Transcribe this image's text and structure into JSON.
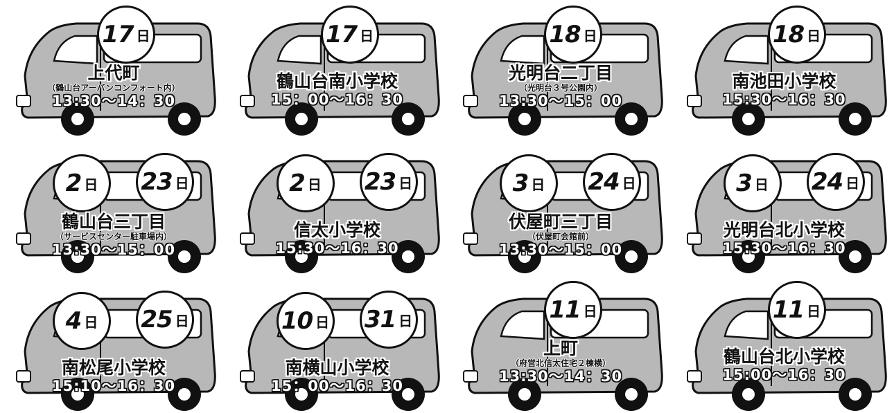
{
  "vans": [
    {
      "dates": [
        "17"
      ],
      "place": "上代町",
      "sub": "（鶴山台アーバンコンフォート内）",
      "time": "13:30～14：30"
    },
    {
      "dates": [
        "17"
      ],
      "place": "鶴山台南小学校",
      "sub": "",
      "time": "15：00～16：30"
    },
    {
      "dates": [
        "18"
      ],
      "place": "光明台二丁目",
      "sub": "（光明台３号公園内）",
      "time": "13:30～15：00"
    },
    {
      "dates": [
        "18"
      ],
      "place": "南池田小学校",
      "sub": "",
      "time": "15:30～16：30"
    },
    {
      "dates": [
        "2",
        "23"
      ],
      "place": "鶴山台三丁目",
      "sub": "（サービスセンター駐車場内）",
      "time": "13:30～15：00"
    },
    {
      "dates": [
        "2",
        "23"
      ],
      "place": "信太小学校",
      "sub": "",
      "time": "15:30～16：30"
    },
    {
      "dates": [
        "3",
        "24"
      ],
      "place": "伏屋町三丁目",
      "sub": "（伏屋町会館前）",
      "time": "13:30～15：00"
    },
    {
      "dates": [
        "3",
        "24"
      ],
      "place": "光明台北小学校",
      "sub": "",
      "time": "15:30～16：30"
    },
    {
      "dates": [
        "4",
        "25"
      ],
      "place": "南松尾小学校",
      "sub": "",
      "time": "15:10～16：30"
    },
    {
      "dates": [
        "10",
        "31"
      ],
      "place": "南横山小学校",
      "sub": "",
      "time": "15：00～16：30"
    },
    {
      "dates": [
        "11"
      ],
      "place": "上町",
      "sub": "（府営北信太住宅２棟横）",
      "time": "13:30～14：30"
    },
    {
      "dates": [
        "11"
      ],
      "place": "鶴山台北小学校",
      "sub": "",
      "time": "15:00～16：30"
    }
  ],
  "day_unit": "日",
  "colors": {
    "van_body": "#b8b8b8",
    "window": "#ffffff",
    "outline": "#111111",
    "wheel": "#111111"
  }
}
